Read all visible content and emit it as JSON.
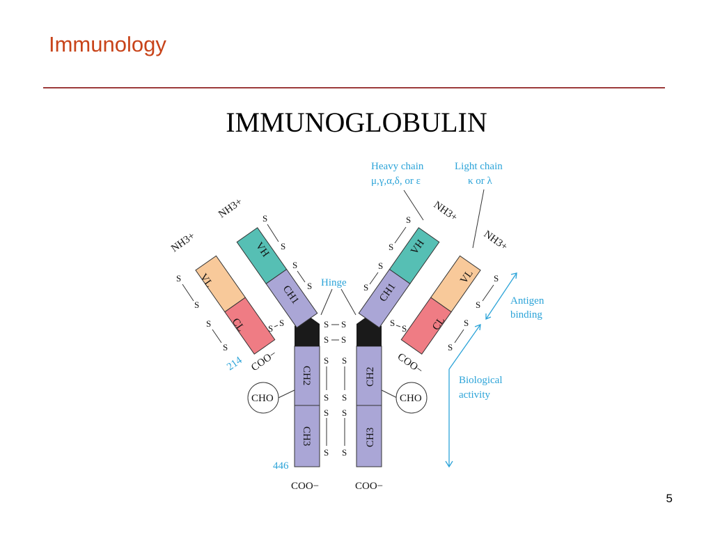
{
  "slide": {
    "header": "Immunology",
    "title": "IMMUNOGLOBULIN",
    "page_number": "5"
  },
  "diagram": {
    "heavy_chain_label": "Heavy chain",
    "heavy_chain_types": "μ,γ,α,δ, or ε",
    "light_chain_label": "Light chain",
    "light_chain_types": "κ or λ",
    "hinge": "Hinge",
    "antigen_binding_1": "Antigen",
    "antigen_binding_2": "binding",
    "biological_activity_1": "Biological",
    "biological_activity_2": "activity",
    "vh": "VH",
    "vl": "VL",
    "ch1": "CH1",
    "ch2": "CH2",
    "ch3": "CH3",
    "cl": "CL",
    "nh3": "NH3+",
    "coo": "COO−",
    "cho": "CHO",
    "disulfide_s": "S",
    "residue_214": "214",
    "residue_446": "446",
    "colors": {
      "vh": "#56bfb4",
      "vl": "#f8c99a",
      "ch": "#aaa6d6",
      "cl": "#ef7c84",
      "hinge": "#1a1a1a",
      "annotation": "#2ba3d8",
      "header": "#c8441a"
    }
  }
}
